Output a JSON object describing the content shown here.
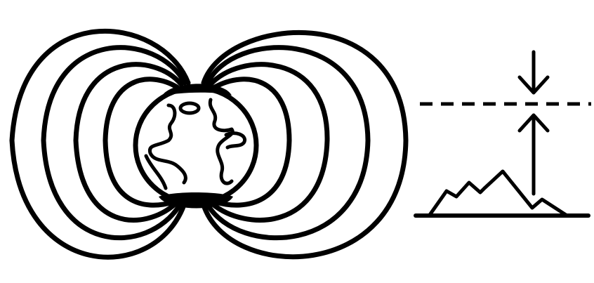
{
  "illustration": {
    "left_panel": {
      "subject": "earth-with-magnetic-field-lines",
      "field_loop_count_per_side": 4
    },
    "right_panel": {
      "subject": "mountain-with-reference-level",
      "arrows": [
        "arrow-down",
        "arrow-up"
      ],
      "reference_line_style": "dashed"
    },
    "colors": {
      "ink": "#000000",
      "background": "#ffffff"
    }
  }
}
